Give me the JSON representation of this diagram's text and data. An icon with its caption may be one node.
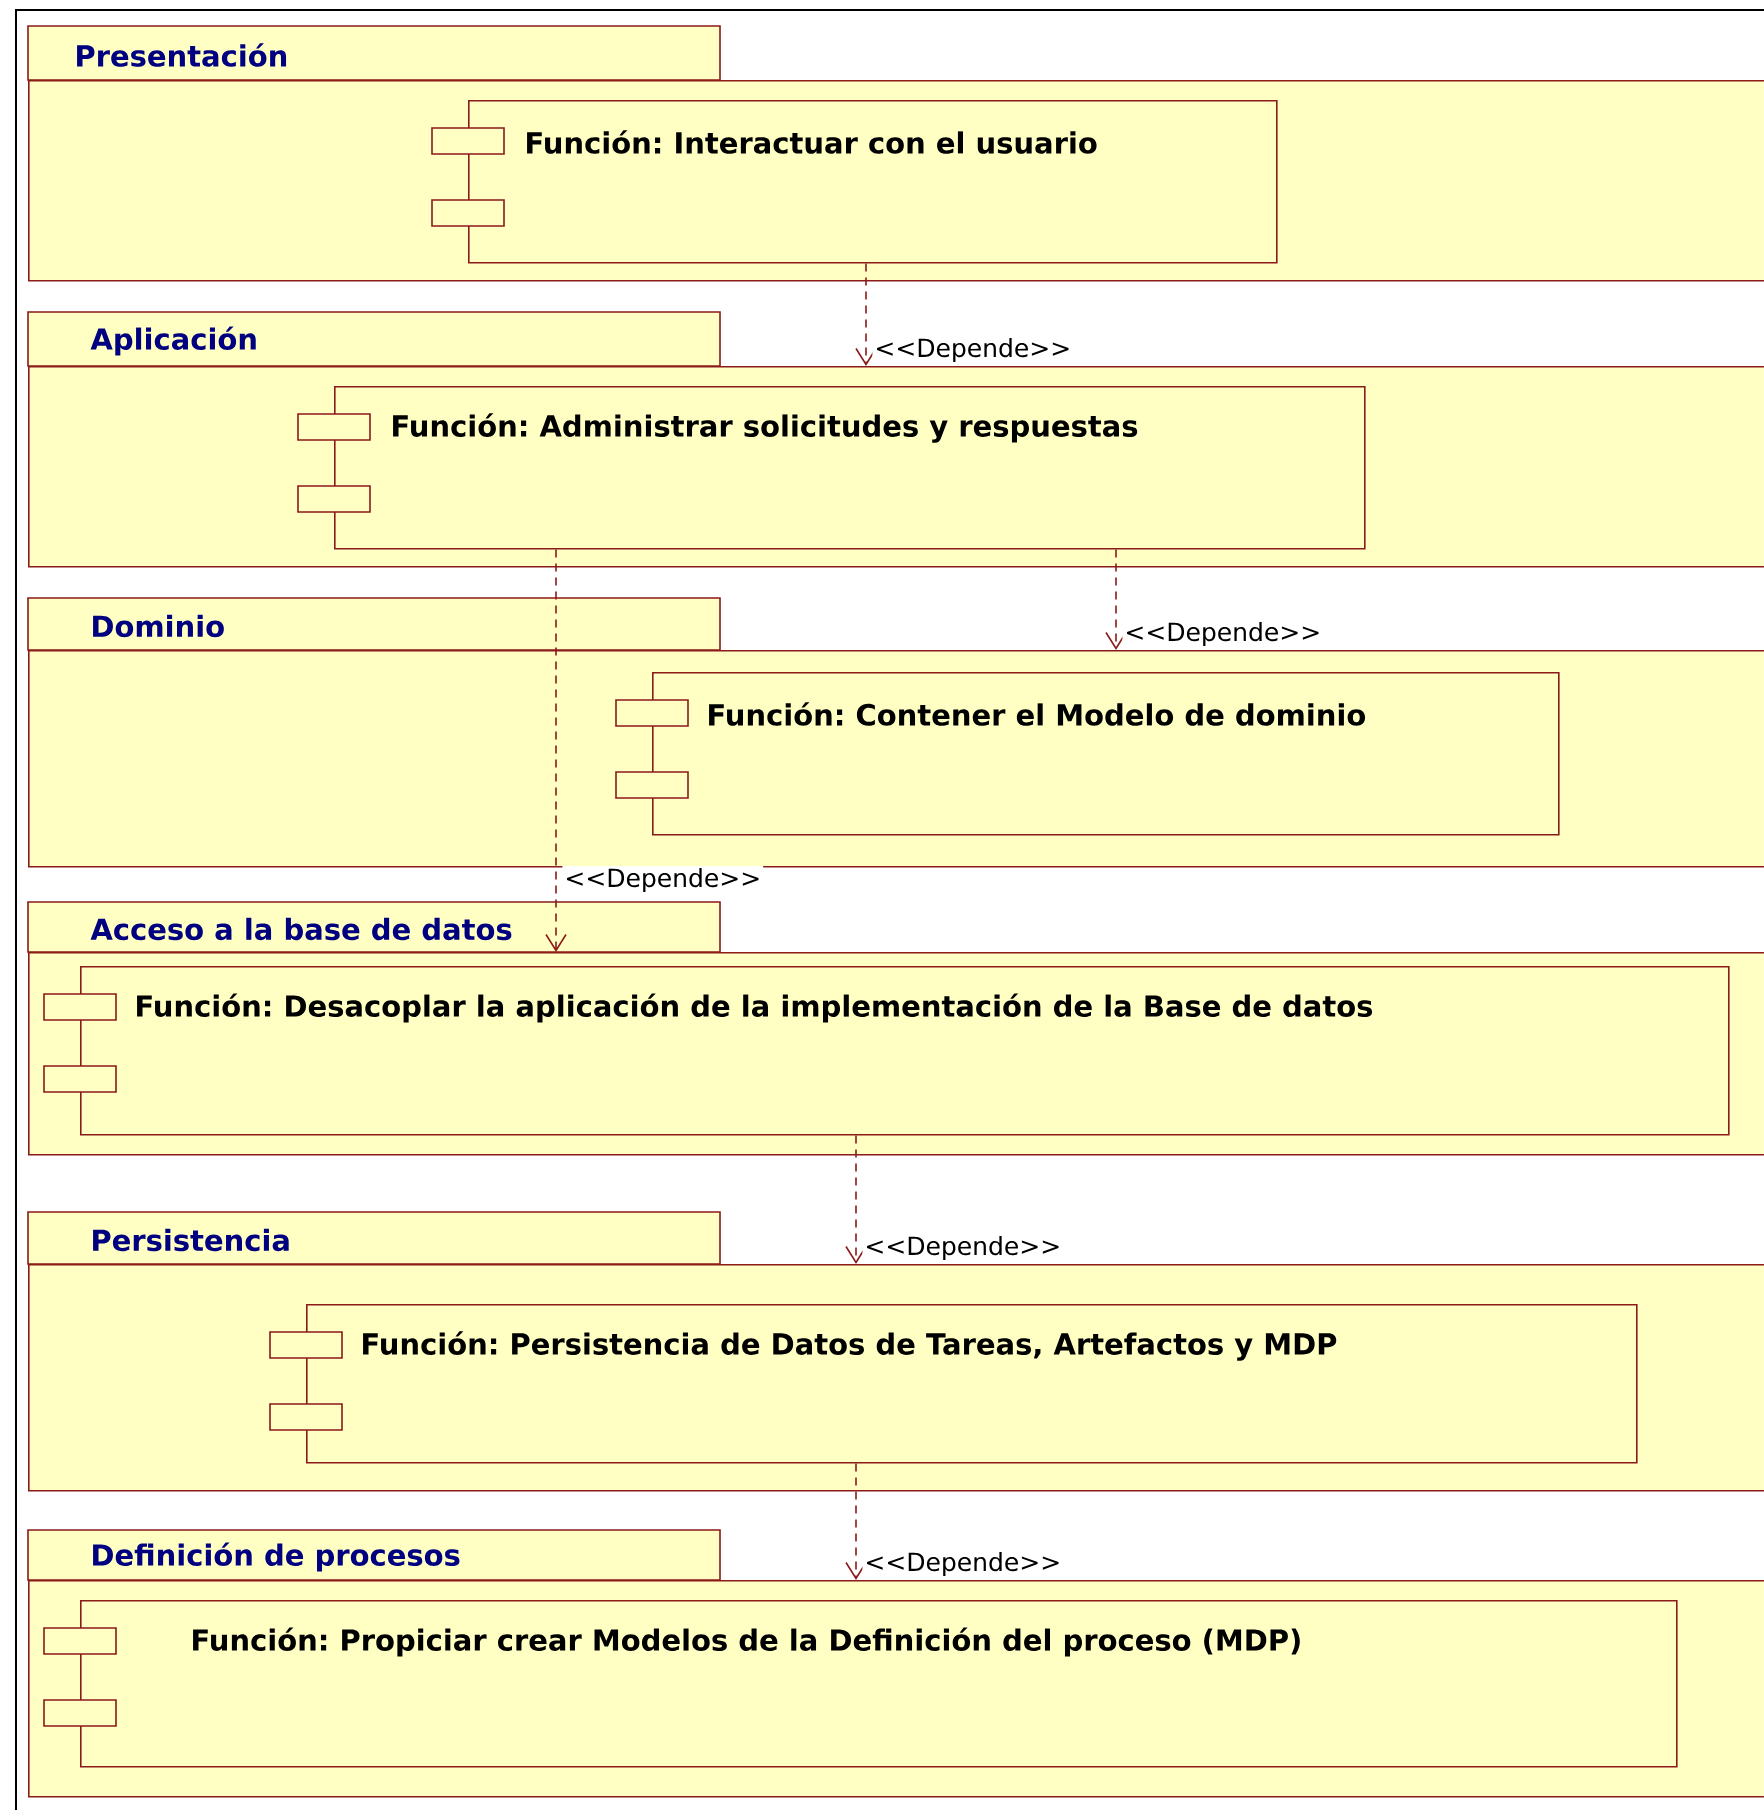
{
  "diagram": {
    "nodes": [
      {
        "text": [
          "Presentación"
        ]
      },
      {
        "text": [
          "Función: Interactuar con el usuario"
        ],
        "in": 0
      },
      {
        "text": [
          "Aplicación"
        ]
      },
      {
        "text": [
          "Función: Administrar solicitudes y respuestas"
        ],
        "in": 2
      },
      {
        "text": [
          "Dominio"
        ]
      },
      {
        "text": [
          "Función: Contener el Modelo de dominio"
        ],
        "in": 4
      },
      {
        "text": [
          "Acceso a la base de datos"
        ]
      },
      {
        "text": [
          "Función: Desacoplar la aplicación de la implementación de la Base de datos"
        ],
        "in": 6
      },
      {
        "text": [
          "Persistencia"
        ]
      },
      {
        "text": [
          "Función: Persistencia de Datos de Tareas, Artefactos y MDP"
        ],
        "in": 8
      },
      {
        "text": [
          "Definición de procesos"
        ]
      },
      {
        "text": [
          "Función: Propiciar crear Modelos de la Definición del proceso (MDP)"
        ],
        "in": 10
      }
    ],
    "edges": [
      {
        "from": 1,
        "to": 2,
        "arrow": "to",
        "label": "<<Depende>>",
        "style": "dashed"
      },
      {
        "from": 3,
        "to": 4,
        "arrow": "to",
        "label": "<<Depende>>",
        "style": "dashed"
      },
      {
        "from": 3,
        "to": 6,
        "arrow": "to",
        "label": "<<Depende>>",
        "style": "dashed"
      },
      {
        "from": 7,
        "to": 8,
        "arrow": "to",
        "label": "<<Depende>>",
        "style": "dashed"
      },
      {
        "from": 9,
        "to": 10,
        "arrow": "to",
        "label": "<<Depende>>",
        "style": "dashed"
      }
    ]
  }
}
